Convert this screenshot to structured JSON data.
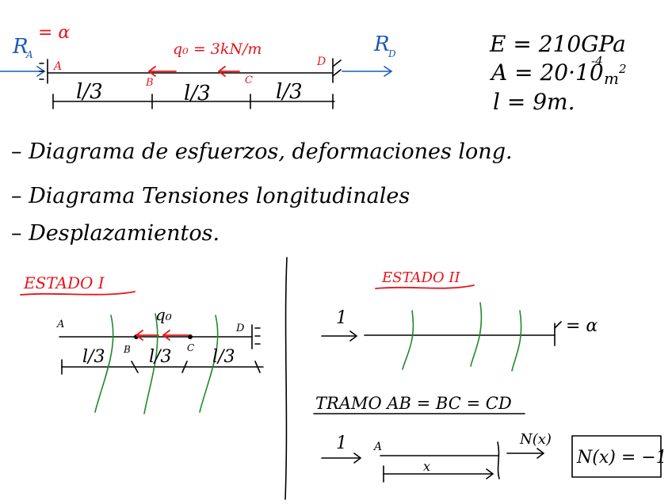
{
  "problem": {
    "reaction_left": "R",
    "reaction_left_sub": "A",
    "reaction_left_value": "= α",
    "reaction_right": "R",
    "reaction_right_sub": "D",
    "load": "q₀ = 3kN/m",
    "points": [
      "A",
      "B",
      "C",
      "D"
    ],
    "segment_label": "l/3"
  },
  "givens": {
    "E": "E = 210GPa",
    "A": "A = 20·10",
    "A_exp": "-4",
    "A_unit": "m",
    "A_unit_exp": "2",
    "l": "l = 9m."
  },
  "tasks": [
    "– Diagrama de esfuerzos, deformaciones long.",
    "– Diagrama Tensiones longitudinales",
    "– Desplazamientos."
  ],
  "estado1": {
    "title": "ESTADO I",
    "load": "q₀",
    "points": [
      "A",
      "B",
      "C",
      "D"
    ],
    "segment_label": "l/3"
  },
  "estado2": {
    "title": "ESTADO II",
    "force": "1",
    "support_label": "= α",
    "tramo": "TRAMO AB = BC = CD",
    "force2": "1",
    "point": "A",
    "coord": "x",
    "normal": "N(x)",
    "result": "N(x) = −1"
  }
}
